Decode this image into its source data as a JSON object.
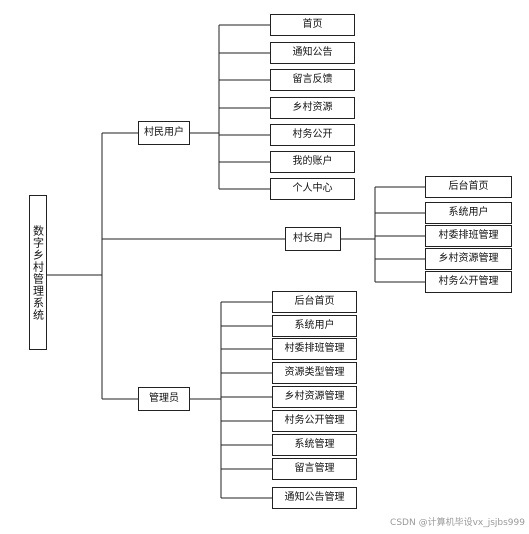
{
  "root": {
    "label": "数字乡村管理系统"
  },
  "roles": [
    {
      "label": "村民用户",
      "children": [
        "首页",
        "通知公告",
        "留言反馈",
        "乡村资源",
        "村务公开",
        "我的账户",
        "个人中心"
      ]
    },
    {
      "label": "村长用户",
      "children": [
        "后台首页",
        "系统用户",
        "村委排班管理",
        "乡村资源管理",
        "村务公开管理"
      ]
    },
    {
      "label": "管理员",
      "children": [
        "后台首页",
        "系统用户",
        "村委排班管理",
        "资源类型管理",
        "乡村资源管理",
        "村务公开管理",
        "系统管理",
        "留言管理",
        "通知公告管理"
      ]
    }
  ],
  "watermark": "CSDN @计算机毕设vx_jsjbs999"
}
